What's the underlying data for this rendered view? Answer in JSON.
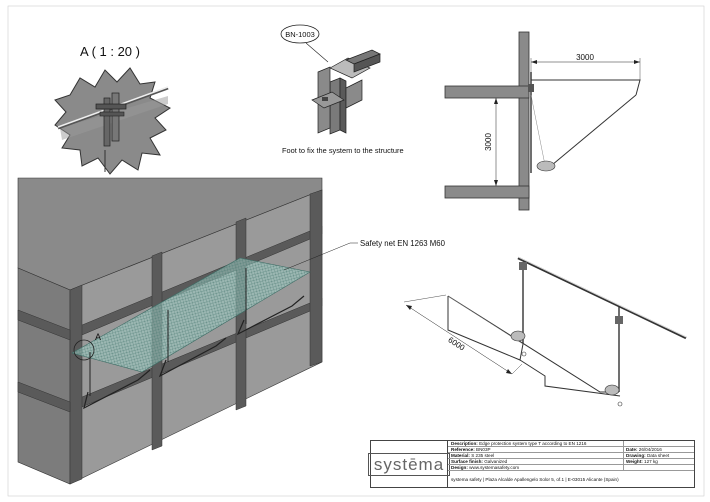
{
  "detail": {
    "title": "A ( 1 : 20 )"
  },
  "foot": {
    "tag": "BN-1003",
    "caption": "Foot to fix the system to the structure"
  },
  "section": {
    "width_dim": "3000",
    "height_dim": "3000"
  },
  "perspective": {
    "net_label": "Safety net EN 1263 M60",
    "detail_marker": "A"
  },
  "system": {
    "length_dim": "6000"
  },
  "title_block": {
    "logo": "systēma",
    "rows": [
      {
        "key": "Description:",
        "value": "Edge protection system type T according to EN 1216",
        "key2": "",
        "value2": ""
      },
      {
        "key": "Reference:",
        "value": "BN03P",
        "key2": "Date:",
        "value2": "26/04/2016"
      },
      {
        "key": "Material:",
        "value": "S 235 steel",
        "key2": "Drawing:",
        "value2": "Data sheet"
      },
      {
        "key": "Surface finish:",
        "value": "Galvanized",
        "key2": "Weight:",
        "value2": "127 kg"
      },
      {
        "key": "Design:",
        "value": "www.systemasafety.com",
        "key2": "",
        "value2": ""
      }
    ],
    "footer": "systema safety | Plaza Alcalde Apallengelo Solor 5, of.1 | E-03015 Alicante (Spain)"
  }
}
